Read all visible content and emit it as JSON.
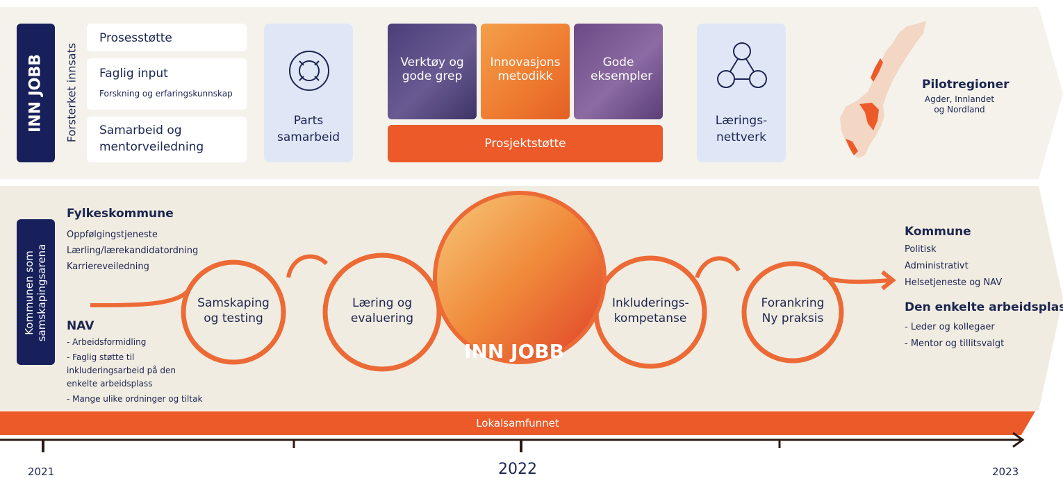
{
  "top": {
    "tag": "INN JOBB",
    "vertical_label": "Forsterket innsats",
    "cards": [
      {
        "title": "Prosesstøtte",
        "sub": ""
      },
      {
        "title": "Faglig input",
        "sub": "Forskning og erfaringskunnskap"
      },
      {
        "title": "Samarbeid og mentorveiledning",
        "sub": ""
      }
    ],
    "parts": "Parts samarbeid",
    "photos": [
      "Verktøy og gode grep",
      "Innovasjons metodikk",
      "Gode eksempler"
    ],
    "prosjektstotte": "Prosjektstøtte",
    "laering": "Lærings- nettverk",
    "pilot_title": "Pilotregioner",
    "pilot_sub": "Agder, Innlandet og Nordland"
  },
  "bottom": {
    "vertical_label_1": "Kommunen som",
    "vertical_label_2": "samskapingsarena",
    "fylke_title": "Fylkeskommune",
    "fylke_items": [
      "Oppfølgingstjeneste",
      "Lærling/lærekandidatordning",
      "Karriereveiledning"
    ],
    "nav_title": "NAV",
    "nav_items": [
      "- Arbeidsformidling",
      "- Faglig støtte til",
      "inkluderingsarbeid på den",
      "enkelte arbeidsplass",
      "- Mange ulike ordninger og tiltak"
    ],
    "circles": [
      "Samskaping og testing",
      "Læring og evaluering",
      "Inkluderings- kompetanse",
      "Forankring Ny praksis"
    ],
    "center_logo": "INN JOBB",
    "kommune_title": "Kommune",
    "kommune_items": [
      "Politisk",
      "Administrativt",
      "Helsetjeneste og NAV"
    ],
    "arbeid_title": "Den enkelte arbeidsplass",
    "arbeid_items": [
      "- Leder og kollegaer",
      "- Mentor og tillitsvalgt"
    ],
    "lokal": "Lokalsamfunnet"
  },
  "timeline": {
    "years": [
      "2021",
      "2022",
      "2023"
    ]
  },
  "colors": {
    "navy": "#17205a",
    "orange": "#ec5a2a",
    "beige": "#f1ece1",
    "lightblue": "#dfe7f6"
  }
}
